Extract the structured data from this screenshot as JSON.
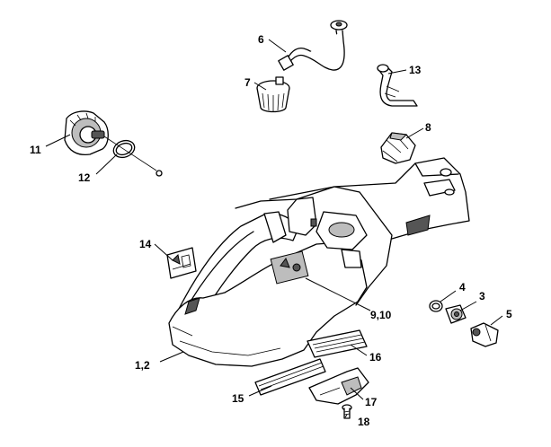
{
  "callouts": {
    "c6": "6",
    "c7": "7",
    "c13": "13",
    "c11": "11",
    "c12": "12",
    "c8": "8",
    "c14": "14",
    "c4": "4",
    "c3": "3",
    "c5": "5",
    "c910": "9,10",
    "c12b": "1,2",
    "c16": "16",
    "c15": "15",
    "c17": "17",
    "c18": "18"
  }
}
